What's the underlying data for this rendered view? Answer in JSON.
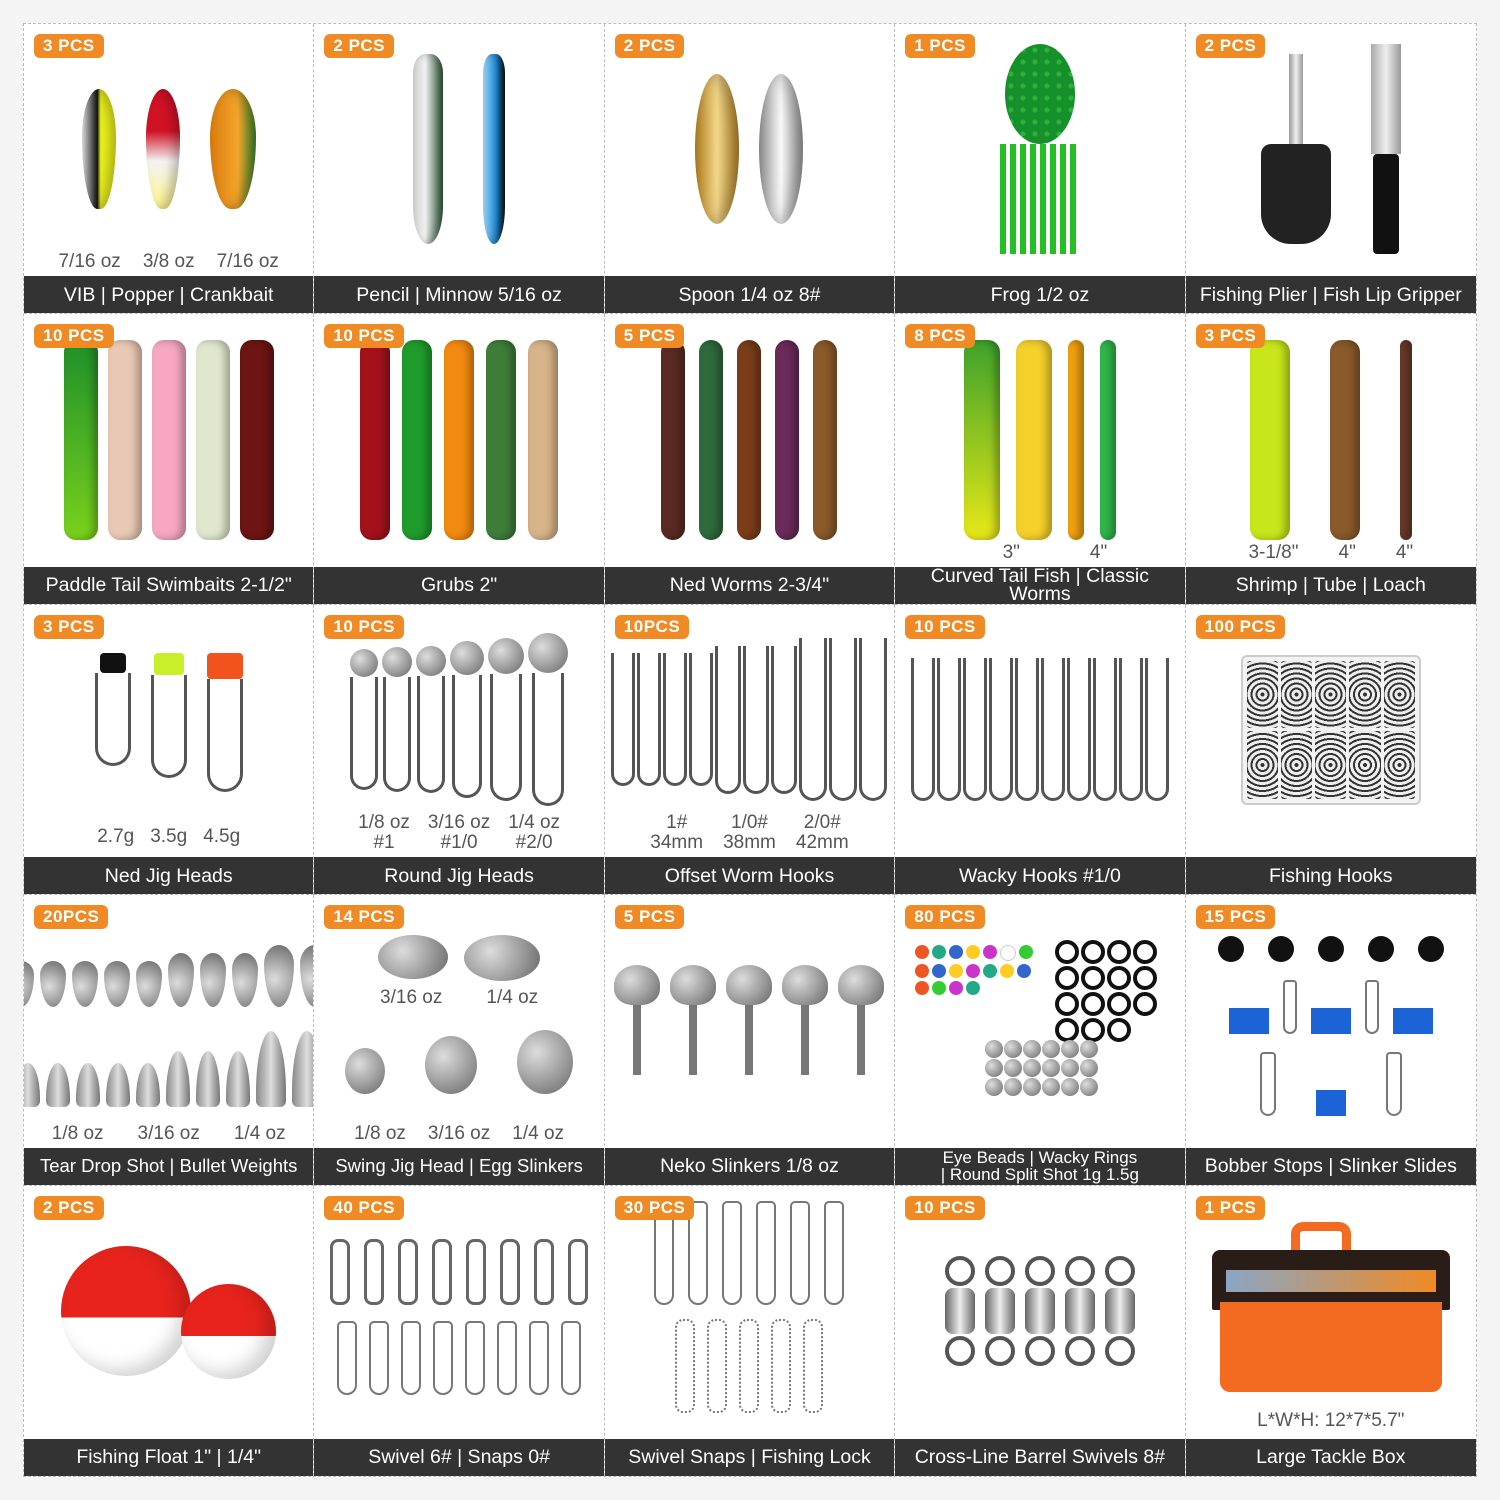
{
  "accent_colors": {
    "badge": "#f08a24",
    "caption_bar": "#333333",
    "background": "#ffffff"
  },
  "cells": [
    {
      "badge": "3 PCS",
      "sub": [
        "7/16 oz",
        "3/8 oz",
        "7/16 oz"
      ],
      "caption": "VIB  |  Popper  |  Crankbait"
    },
    {
      "badge": "2 PCS",
      "sub": [],
      "caption": "Pencil  |  Minnow  5/16 oz"
    },
    {
      "badge": "2 PCS",
      "sub": [],
      "caption": "Spoon  1/4 oz  8#"
    },
    {
      "badge": "1 PCS",
      "sub": [],
      "caption": "Frog  1/2 oz"
    },
    {
      "badge": "2 PCS",
      "sub": [],
      "caption": "Fishing Plier | Fish Lip Gripper"
    },
    {
      "badge": "10 PCS",
      "sub": [],
      "caption": "Paddle Tail Swimbaits  2-1/2\""
    },
    {
      "badge": "10 PCS",
      "sub": [],
      "caption": "Grubs  2\""
    },
    {
      "badge": "5 PCS",
      "sub": [],
      "caption": "Ned Worms  2-3/4\""
    },
    {
      "badge": "8 PCS",
      "sub": [
        "3\"",
        "4\""
      ],
      "caption": "Curved Tail Fish | Classic Worms"
    },
    {
      "badge": "3 PCS",
      "sub": [
        "3-1/8\"",
        "4\"",
        "4\""
      ],
      "caption": "Shrimp | Tube | Loach"
    },
    {
      "badge": "3 PCS",
      "sub": [
        "2.7g",
        "3.5g",
        "4.5g"
      ],
      "caption": "Ned Jig Heads"
    },
    {
      "badge": "10 PCS",
      "sub": [
        "1/8 oz\n#1",
        "3/16 oz\n#1/0",
        "1/4 oz\n#2/0"
      ],
      "caption": "Round Jig Heads"
    },
    {
      "badge": "10PCS",
      "sub": [
        "1#\n34mm",
        "1/0#\n38mm",
        "2/0#\n42mm"
      ],
      "caption": "Offset Worm Hooks"
    },
    {
      "badge": "10 PCS",
      "sub": [],
      "caption": "Wacky Hooks  #1/0"
    },
    {
      "badge": "100 PCS",
      "sub": [],
      "caption": "Fishing Hooks"
    },
    {
      "badge": "20PCS",
      "sub": [
        "1/8 oz",
        "3/16 oz",
        "1/4 oz"
      ],
      "caption": "Tear Drop Shot | Bullet Weights"
    },
    {
      "badge": "14 PCS",
      "sub": [
        "1/8 oz",
        "3/16 oz",
        "1/4 oz"
      ],
      "sub_top": [
        "3/16 oz",
        "1/4 oz"
      ],
      "caption": "Swing Jig Head | Egg Slinkers"
    },
    {
      "badge": "5  PCS",
      "sub": [],
      "caption": "Neko Slinkers  1/8 oz"
    },
    {
      "badge": "80 PCS",
      "sub": [],
      "caption": "Eye Beads | Wacky Rings\n| Round Split Shot  1g  1.5g"
    },
    {
      "badge": "15 PCS",
      "sub": [],
      "caption": "Bobber Stops | Slinker Slides"
    },
    {
      "badge": "2 PCS",
      "sub": [],
      "caption": "Fishing Float 1\"  |  1/4\""
    },
    {
      "badge": "40 PCS",
      "sub": [],
      "caption": "Swivel 6# | Snaps 0#"
    },
    {
      "badge": "30 PCS",
      "sub": [],
      "caption": "Swivel Snaps | Fishing Lock"
    },
    {
      "badge": "10 PCS",
      "sub": [],
      "caption": "Cross-Line Barrel Swivels  8#"
    },
    {
      "badge": "1  PCS",
      "sub": [
        "L*W*H: 12*7*5.7\""
      ],
      "caption": "Large Tackle Box"
    }
  ]
}
